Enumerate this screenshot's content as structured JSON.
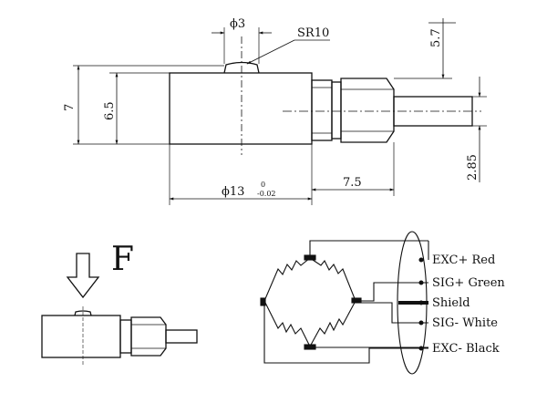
{
  "drawing": {
    "dims": {
      "pin_dia": "ϕ3",
      "sphere_radius": "SR10",
      "cable_offset": "5.7",
      "total_height": "7",
      "body_height": "6.5",
      "body_dia_main": "ϕ13",
      "body_dia_tol_upper": "0",
      "body_dia_tol_lower": "-0.02",
      "fitting_length": "7.5",
      "cable_height": "2.85"
    },
    "force_label": "F"
  },
  "wiring": {
    "labels": [
      {
        "name": "exc-plus",
        "text": "EXC+ Red"
      },
      {
        "name": "sig-plus",
        "text": "SIG+ Green"
      },
      {
        "name": "shield",
        "text": "Shield"
      },
      {
        "name": "sig-minus",
        "text": "SIG- White"
      },
      {
        "name": "exc-minus",
        "text": "EXC- Black"
      }
    ]
  }
}
